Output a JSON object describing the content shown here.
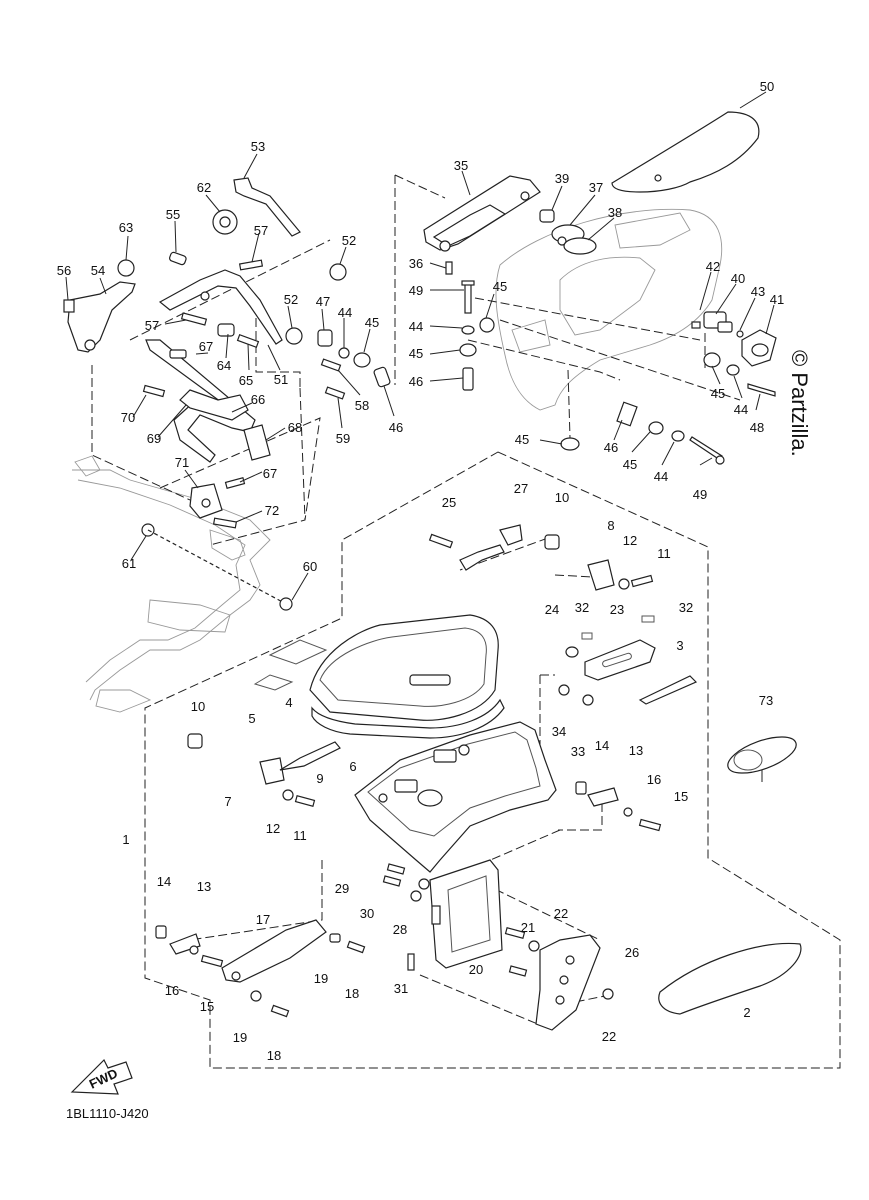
{
  "diagram_code": "1BL1110-J420",
  "watermark": "© Partzilla.",
  "fwd_label": "FWD",
  "callouts": {
    "c1": "1",
    "c2": "2",
    "c3": "3",
    "c4": "4",
    "c5": "5",
    "c6": "6",
    "c7": "7",
    "c8": "8",
    "c9": "9",
    "c10a": "10",
    "c10b": "10",
    "c11a": "11",
    "c11b": "11",
    "c12a": "12",
    "c12b": "12",
    "c13a": "13",
    "c13b": "13",
    "c14a": "14",
    "c14b": "14",
    "c15a": "15",
    "c15b": "15",
    "c16a": "16",
    "c16b": "16",
    "c17": "17",
    "c18a": "18",
    "c18b": "18",
    "c19a": "19",
    "c19b": "19",
    "c20": "20",
    "c21": "21",
    "c22a": "22",
    "c22b": "22",
    "c23": "23",
    "c24": "24",
    "c25": "25",
    "c26": "26",
    "c27": "27",
    "c28": "28",
    "c29": "29",
    "c30": "30",
    "c31": "31",
    "c32a": "32",
    "c32b": "32",
    "c33": "33",
    "c34": "34",
    "c35": "35",
    "c36": "36",
    "c37": "37",
    "c38": "38",
    "c39": "39",
    "c40": "40",
    "c41": "41",
    "c42": "42",
    "c43": "43",
    "c44a": "44",
    "c44b": "44",
    "c44c": "44",
    "c44d": "44",
    "c45a": "45",
    "c45b": "45",
    "c45c": "45",
    "c45d": "45",
    "c45e": "45",
    "c46a": "46",
    "c46b": "46",
    "c46c": "46",
    "c47": "47",
    "c48": "48",
    "c49a": "49",
    "c49b": "49",
    "c50": "50",
    "c51": "51",
    "c52a": "52",
    "c52b": "52",
    "c53": "53",
    "c54": "54",
    "c55": "55",
    "c56": "56",
    "c57a": "57",
    "c57b": "57",
    "c58": "58",
    "c59": "59",
    "c60": "60",
    "c61": "61",
    "c62": "62",
    "c63": "63",
    "c64": "64",
    "c65": "65",
    "c66": "66",
    "c67a": "67",
    "c67b": "67",
    "c68": "68",
    "c69": "69",
    "c70": "70",
    "c71": "71",
    "c72": "72",
    "c73": "73"
  }
}
